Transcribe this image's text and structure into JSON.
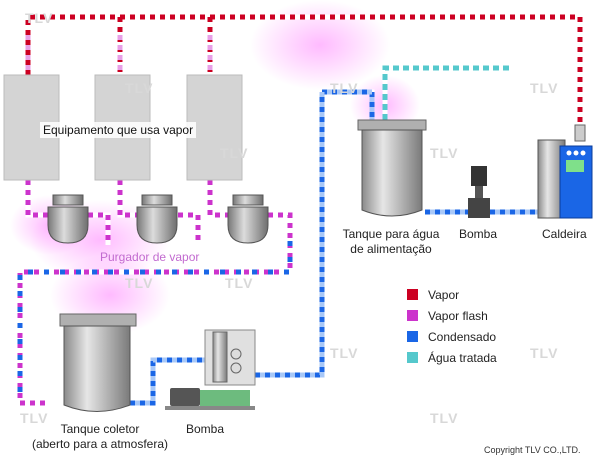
{
  "labels": {
    "equipment": "Equipamento que usa vapor",
    "steam_trap": "Purgador de vapor",
    "feedwater_tank_line1": "Tanque para água",
    "feedwater_tank_line2": "de alimentação",
    "pump_top": "Bomba",
    "boiler": "Caldeira",
    "collecting_tank_line1": "Tanque coletor",
    "collecting_tank_line2": "(aberto para a atmosfera)",
    "pump_bottom": "Bomba"
  },
  "legend": [
    {
      "label": "Vapor",
      "color": "#cc0022"
    },
    {
      "label": "Vapor flash",
      "color": "#cc33cc"
    },
    {
      "label": "Condensado",
      "color": "#1a66e6"
    },
    {
      "label": "Água tratada",
      "color": "#55c8cc"
    }
  ],
  "watermark": "TLV",
  "copyright": "Copyright TLV CO.,LTD."
}
